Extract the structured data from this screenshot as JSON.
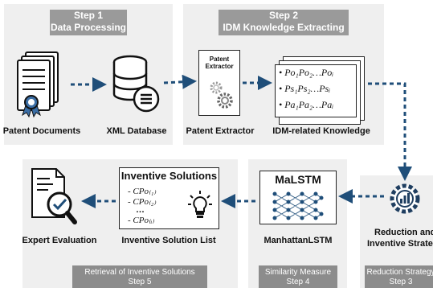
{
  "step1": {
    "header_line1": "Step 1",
    "header_line2": "Data Processing",
    "patent_label": "Patent Documents",
    "xml_label": "XML Database"
  },
  "step2": {
    "header_line1": "Step 2",
    "header_line2": "IDM Knowledge Extracting",
    "extractor_box_label": "Patent Extractor",
    "extractor_label": "Patent Extractor",
    "knowledge_label": "IDM-related Knowledge",
    "knowledge_rows": [
      {
        "bullet": "•",
        "text": "Po₁Po₂…Poᵢ"
      },
      {
        "bullet": "•",
        "text": "Ps₁Ps₂…Psᵢ"
      },
      {
        "bullet": "•",
        "text": "Pa₁Pa₂…Paᵢ"
      }
    ]
  },
  "step3": {
    "label_line1": "Reduction and",
    "label_line2": "Inventive Strategy",
    "footer_line1": "Reduction Strategy",
    "footer_line2": "Step 3"
  },
  "step4": {
    "box_title": "MaLSTM",
    "label": "ManhattanLSTM",
    "footer_line1": "Similarity Measure",
    "footer_line2": "Step 4"
  },
  "step5": {
    "solutions_title": "Inventive Solutions",
    "solutions_rows": [
      "- CPo₍₁₎",
      "- CPo₍₂₎",
      "…",
      "- CPo₍ᵢ₎"
    ],
    "solution_list_label": "Inventive Solution List",
    "expert_label": "Expert Evaluation",
    "footer_line1": "Retrieval of Inventive Solutions",
    "footer_line2": "Step 5"
  },
  "colors": {
    "arrow": "#1f4e79",
    "panel": "#efefef",
    "header": "#9a9a9a"
  }
}
